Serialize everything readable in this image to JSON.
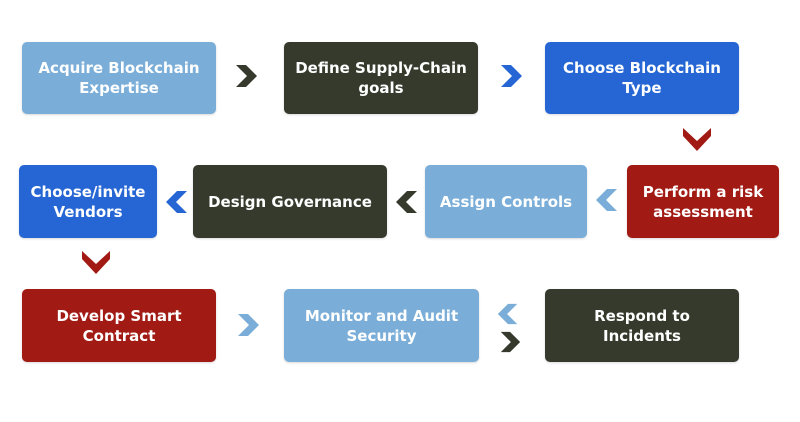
{
  "colors": {
    "light_blue": "#7aaed8",
    "dark_olive": "#353a2d",
    "bright_blue": "#2566d4",
    "dark_red": "#a21a14"
  },
  "steps": [
    {
      "label": "Acquire Blockchain Expertise",
      "color": "light_blue"
    },
    {
      "label": "Define Supply-Chain goals",
      "color": "dark_olive"
    },
    {
      "label": "Choose Blockchain Type",
      "color": "bright_blue"
    },
    {
      "label": "Perform a risk assessment",
      "color": "dark_red"
    },
    {
      "label": "Assign Controls",
      "color": "light_blue"
    },
    {
      "label": "Design Governance",
      "color": "dark_olive"
    },
    {
      "label": "Choose/invite Vendors",
      "color": "bright_blue"
    },
    {
      "label": "Develop Smart Contract",
      "color": "dark_red"
    },
    {
      "label": "Monitor and Audit Security",
      "color": "light_blue"
    },
    {
      "label": "Respond to Incidents",
      "color": "dark_olive"
    }
  ],
  "arrows": [
    {
      "icon": "chevron-right-icon",
      "color": "dark_olive"
    },
    {
      "icon": "chevron-right-icon",
      "color": "bright_blue"
    },
    {
      "icon": "chevron-down-icon",
      "color": "dark_red"
    },
    {
      "icon": "chevron-left-icon",
      "color": "light_blue"
    },
    {
      "icon": "chevron-left-icon",
      "color": "dark_olive"
    },
    {
      "icon": "chevron-left-icon",
      "color": "bright_blue"
    },
    {
      "icon": "chevron-down-icon",
      "color": "dark_red"
    },
    {
      "icon": "chevron-right-icon",
      "color": "light_blue"
    },
    {
      "icon": "chevron-left-icon",
      "color": "light_blue"
    },
    {
      "icon": "chevron-right-icon",
      "color": "dark_olive"
    }
  ]
}
